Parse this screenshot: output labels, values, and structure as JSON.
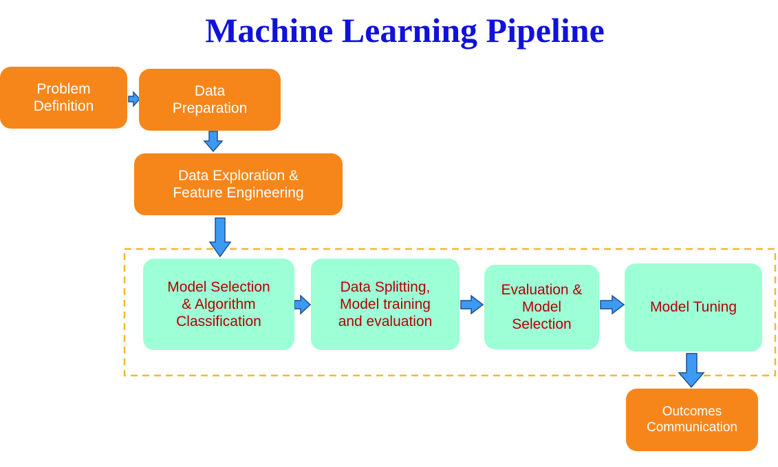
{
  "title": "Machine Learning Pipeline",
  "colors": {
    "title": "#1111dd",
    "orange_box": "#f7861a",
    "green_box": "#9dffd6",
    "green_text": "#b30000",
    "arrow_fill": "#3d9af2",
    "arrow_stroke": "#1b4f8f",
    "dashed_border": "#f2b82e"
  },
  "steps": {
    "problem_definition": "Problem\nDefinition",
    "data_preparation": "Data\nPreparation",
    "data_exploration": "Data Exploration &\nFeature Engineering",
    "model_selection": "Model Selection\n& Algorithm\nClassification",
    "data_splitting": "Data Splitting,\nModel training\nand evaluation",
    "evaluation_selection": "Evaluation &\nModel\nSelection",
    "model_tuning": "Model Tuning",
    "outcomes": "Outcomes\nCommunication"
  },
  "icons": {
    "flow_arrow": "arrow-icon",
    "modeling_group": "dashed-group-border"
  }
}
